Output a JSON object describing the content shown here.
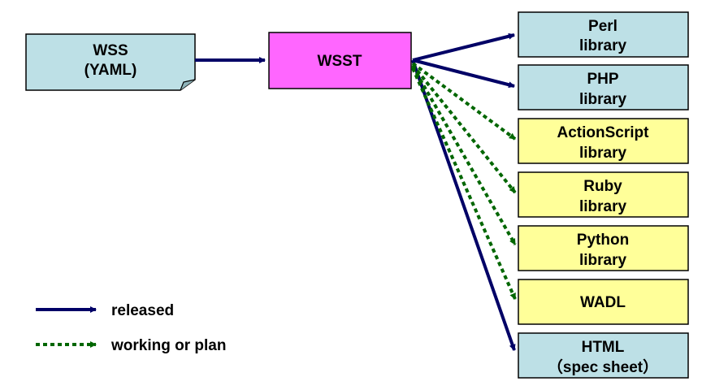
{
  "source": {
    "lines": [
      "WSS",
      "(YAML)"
    ],
    "color": "#bde0e6"
  },
  "generator": {
    "lines": [
      "WSST"
    ],
    "color": "#ff66ff"
  },
  "outputs": [
    {
      "id": "perl",
      "lines": [
        "Perl",
        "library"
      ],
      "status": "released"
    },
    {
      "id": "php",
      "lines": [
        "PHP",
        "library"
      ],
      "status": "released"
    },
    {
      "id": "actionscript",
      "lines": [
        "ActionScript",
        "library"
      ],
      "status": "working or plan"
    },
    {
      "id": "ruby",
      "lines": [
        "Ruby",
        "library"
      ],
      "status": "working or plan"
    },
    {
      "id": "python",
      "lines": [
        "Python",
        "library"
      ],
      "status": "working or plan"
    },
    {
      "id": "wadl",
      "lines": [
        "WADL"
      ],
      "status": "working or plan"
    },
    {
      "id": "html",
      "lines": [
        "HTML",
        "（spec sheet）"
      ],
      "status": "released"
    }
  ],
  "legend": {
    "released": "released",
    "planned": "working or plan"
  },
  "colors": {
    "released_fill": "#bde0e6",
    "planned_fill": "#ffff99",
    "released_arrow": "#000066",
    "planned_arrow": "#006600",
    "border": "#000000"
  }
}
